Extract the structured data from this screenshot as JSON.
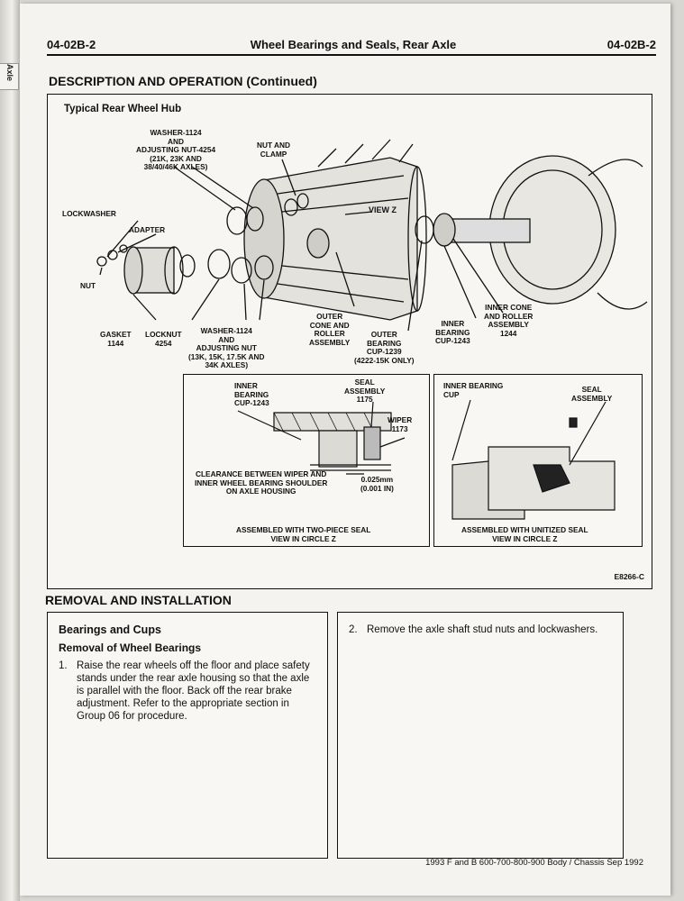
{
  "header": {
    "left": "04-02B-2",
    "center": "Wheel Bearings and Seals, Rear Axle",
    "right": "04-02B-2"
  },
  "binder_tabs": [
    "Axle"
  ],
  "section1": {
    "title": "DESCRIPTION AND OPERATION (Continued)"
  },
  "figure": {
    "title": "Typical Rear Wheel Hub",
    "labels": {
      "washer_top": "WASHER-1124\nAND\nADJUSTING NUT-4254\n(21K, 23K AND\n38/40/46K AXLES)",
      "nut_clamp": "NUT AND\nCLAMP",
      "lockwasher": "LOCKWASHER",
      "adapter": "ADAPTER",
      "nut": "NUT",
      "view_z": "VIEW Z",
      "gasket": "GASKET\n1144",
      "locknut": "LOCKNUT\n4254",
      "washer_bottom": "WASHER-1124\nAND\nADJUSTING NUT\n(13K, 15K, 17.5K AND\n34K AXLES)",
      "outer_cone": "OUTER\nCONE AND\nROLLER\nASSEMBLY",
      "outer_cup": "OUTER\nBEARING\nCUP-1239\n(4222-15K ONLY)",
      "inner_cup": "INNER\nBEARING\nCUP-1243",
      "inner_cone": "INNER CONE\nAND ROLLER\nASSEMBLY\n1244"
    },
    "inset_left": {
      "inner_cup": "INNER\nBEARING\nCUP-1243",
      "seal": "SEAL\nASSEMBLY\n1175",
      "wiper": "WIPER\n1173",
      "clearance": "CLEARANCE BETWEEN WIPER AND\nINNER WHEEL BEARING SHOULDER\nON AXLE HOUSING",
      "measure": "0.025mm\n(0.001 IN)",
      "caption": "ASSEMBLED WITH TWO-PIECE SEAL\nVIEW IN CIRCLE Z"
    },
    "inset_right": {
      "inner_cup": "INNER BEARING\nCUP",
      "seal": "SEAL\nASSEMBLY",
      "caption": "ASSEMBLED WITH UNITIZED SEAL\nVIEW IN CIRCLE Z"
    },
    "code": "E8266-C"
  },
  "section2": {
    "title": "REMOVAL AND INSTALLATION"
  },
  "left_box": {
    "heading": "Bearings and Cups",
    "subheading": "Removal of Wheel Bearings",
    "step_num": "1.",
    "step_text": "Raise the rear wheels off the floor and place safety stands under the rear axle housing so that the axle is parallel with the floor. Back off the rear brake adjustment. Refer to the appropriate section in Group 06 for procedure."
  },
  "right_box": {
    "step_num": "2.",
    "step_text": "Remove the axle shaft stud nuts and lockwashers."
  },
  "footer": "1993 F and B 600-700-800-900 Body / Chassis Sep 1992"
}
